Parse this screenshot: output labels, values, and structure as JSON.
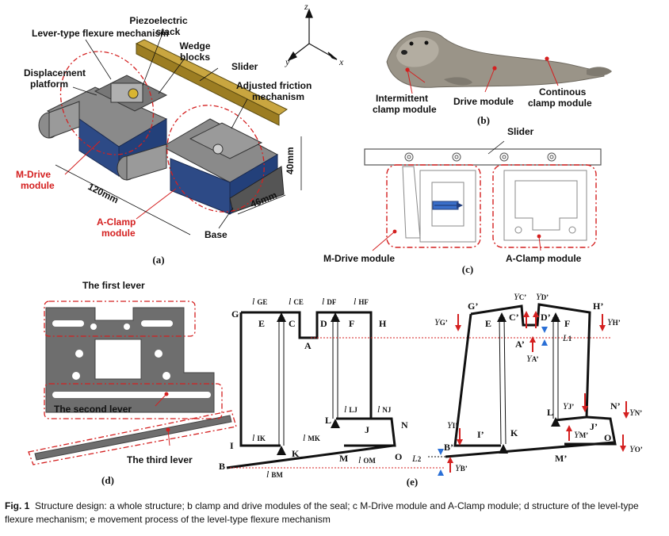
{
  "panel_a": {
    "tag": "(a)",
    "labels": {
      "lever": "Lever-type flexure mechanism",
      "piezo": "Piezoelectric stack",
      "wedge": "Wedge blocks",
      "slider": "Slider",
      "displacement": "Displacement platform",
      "adjusted": "Adjusted friction mechanism",
      "mdrive": "M-Drive module",
      "aclamp": "A-Clamp module",
      "base": "Base",
      "dim_120": "120mm",
      "dim_46": "46mm",
      "dim_40": "40mm",
      "axis_z": "z",
      "axis_y": "y",
      "axis_x": "x"
    }
  },
  "panel_b": {
    "tag": "(b)",
    "labels": {
      "intermittent": "Intermittent clamp module",
      "drive": "Drive module",
      "continous": "Continous clamp module"
    }
  },
  "panel_c": {
    "tag": "(c)",
    "labels": {
      "slider": "Slider",
      "mdrive": "M-Drive module",
      "aclamp": "A-Clamp module"
    }
  },
  "panel_d": {
    "tag": "(d)",
    "labels": {
      "first": "The first lever",
      "second": "The second lever",
      "third": "The third lever"
    }
  },
  "panel_e": {
    "tag": "(e)",
    "points_left": [
      "G",
      "E",
      "C",
      "D",
      "F",
      "H",
      "A",
      "I",
      "K",
      "L",
      "J",
      "N",
      "M",
      "O",
      "B"
    ],
    "points_right": [
      "G'",
      "E",
      "C'",
      "D'",
      "F",
      "H'",
      "A'",
      "I'",
      "K",
      "L",
      "J'",
      "N'",
      "M'",
      "O",
      "B'"
    ],
    "lengths_left": [
      "l GE",
      "l CE",
      "l DF",
      "l HF",
      "l LJ",
      "l NJ",
      "l IK",
      "l MK",
      "l OM",
      "l BM"
    ],
    "forces_right": [
      "Y G'",
      "Y C'",
      "Y D'",
      "Y H'",
      "Y A'",
      "L1",
      "Y J'",
      "Y N'",
      "Y I'",
      "Y M'",
      "Y O'",
      "L2",
      "Y B'"
    ]
  },
  "caption": {
    "fig": "Fig. 1",
    "text": "Structure design: a whole structure; b clamp and drive modules of the seal; c M-Drive module and A-Clamp module; d structure of the level-type flexure mechanism; e movement process of the level-type flexure mechanism"
  },
  "colors": {
    "accent_red": "#d42020",
    "arrow_blue": "#2a6fd6",
    "steel": "#6f6f6f",
    "brass": "#b8962e",
    "blue_block": "#23407a"
  }
}
